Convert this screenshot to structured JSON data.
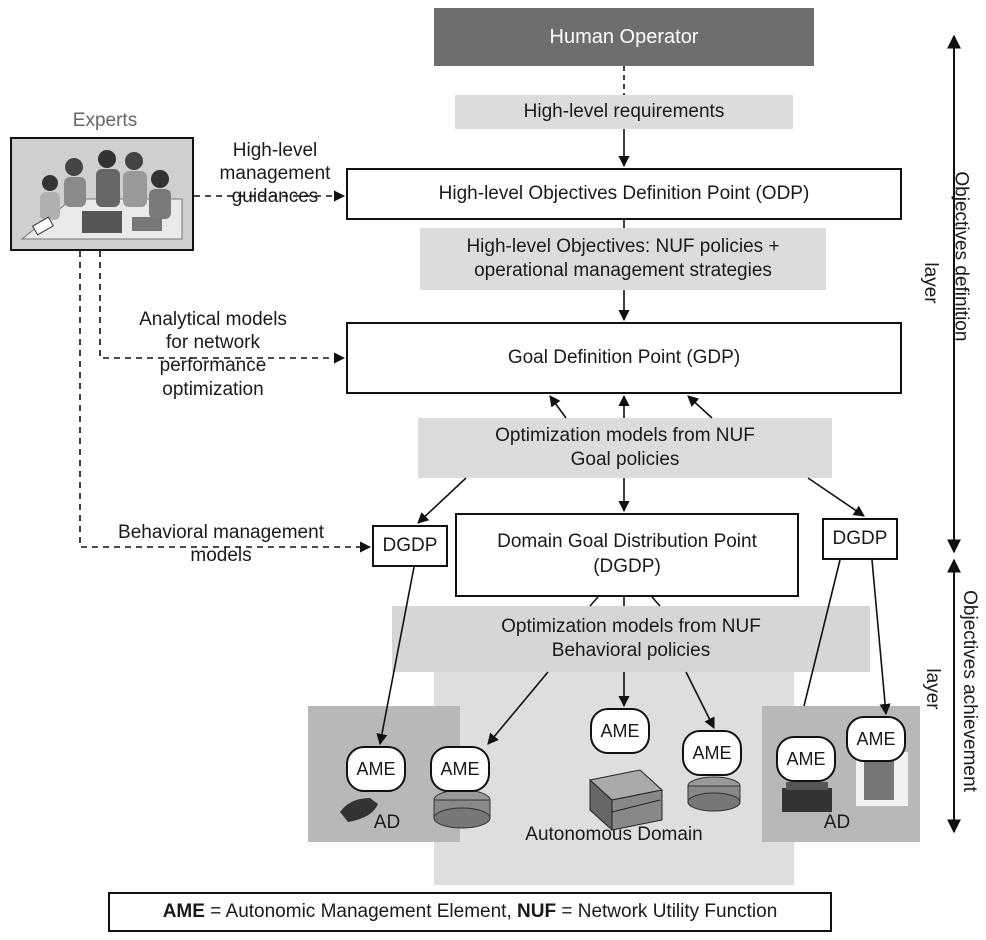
{
  "human_operator": "Human Operator",
  "high_level_requirements": "High-level requirements",
  "experts_label": "Experts",
  "guidances": [
    "High-level",
    "management",
    "guidances"
  ],
  "odp": "High-level Objectives Definition Point (ODP)",
  "objectives_note": [
    "High-level Objectives: NUF policies +",
    "operational management strategies"
  ],
  "analytical_models": [
    "Analytical models",
    "for network",
    "performance",
    "optimization"
  ],
  "gdp": "Goal Definition Point (GDP)",
  "goal_policies": [
    "Optimization models from NUF",
    "Goal policies"
  ],
  "behavioral_models": [
    "Behavioral management",
    "models"
  ],
  "dgdp_small": "DGDP",
  "dgdp_main": [
    "Domain Goal Distribution Point",
    "(DGDP)"
  ],
  "behavioral_policies": [
    "Optimization models from NUF",
    "Behavioral policies"
  ],
  "ame": "AME",
  "ad": "AD",
  "autonomous_domain": "Autonomous Domain",
  "objectives_definition_layer": [
    "Objectives definition",
    "layer"
  ],
  "objectives_achievement_layer": [
    "Objectives achievement",
    "layer"
  ],
  "legend": {
    "ame_abbr": "AME",
    "ame_full": " = Autonomic Management Element, ",
    "nuf_abbr": "NUF",
    "nuf_full": " = Network Utility Function"
  },
  "colors": {
    "operator_box": "#6e6e6e",
    "shaded_note": "#dcdcdc",
    "domain_bg": "#d9d9d9",
    "ad_bg": "#b3b3b3"
  }
}
